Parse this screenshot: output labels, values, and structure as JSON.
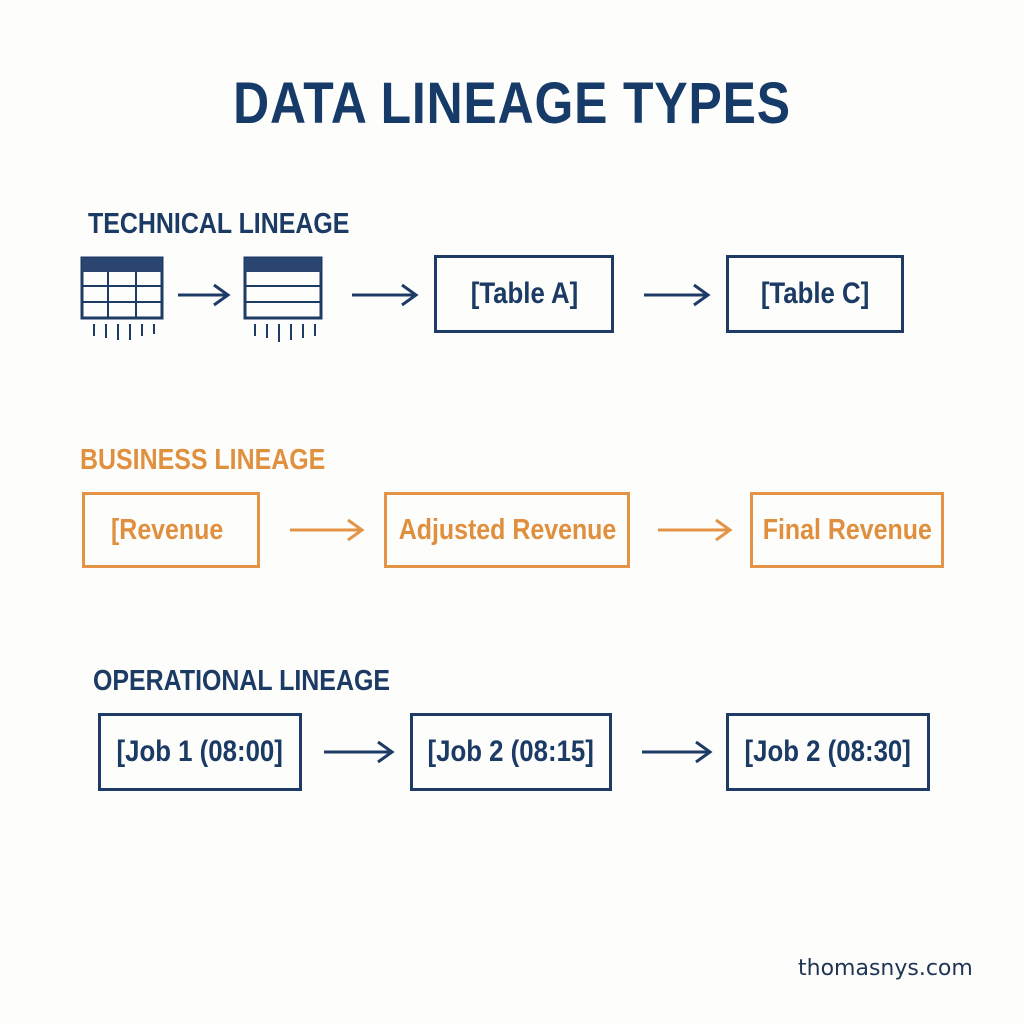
{
  "title": "DATA LINEAGE TYPES",
  "colors": {
    "navy": "#1b3a64",
    "orange": "#e0913f",
    "background": "#fdfdfc"
  },
  "sections": {
    "technical": {
      "label": "TECHNICAL LINEAGE",
      "color": "#1b3a64",
      "nodes": [
        {
          "type": "icon",
          "icon": "grid-table-icon"
        },
        {
          "type": "icon",
          "icon": "row-table-icon"
        },
        {
          "type": "box",
          "label": "[Table A]"
        },
        {
          "type": "box",
          "label": "[Table C]"
        }
      ]
    },
    "business": {
      "label": "BUSINESS LINEAGE",
      "color": "#e0913f",
      "nodes": [
        {
          "type": "box",
          "label": "[Revenue"
        },
        {
          "type": "box",
          "label": "Adjusted Revenue"
        },
        {
          "type": "box",
          "label": "Final Revenue"
        }
      ]
    },
    "operational": {
      "label": "OPERATIONAL LINEAGE",
      "color": "#1b3a64",
      "nodes": [
        {
          "type": "box",
          "label": "[Job 1 (08:00]"
        },
        {
          "type": "box",
          "label": "[Job 2 (08:15]"
        },
        {
          "type": "box",
          "label": "[Job 2 (08:30]"
        }
      ]
    }
  },
  "watermark": "thomasnys.com"
}
